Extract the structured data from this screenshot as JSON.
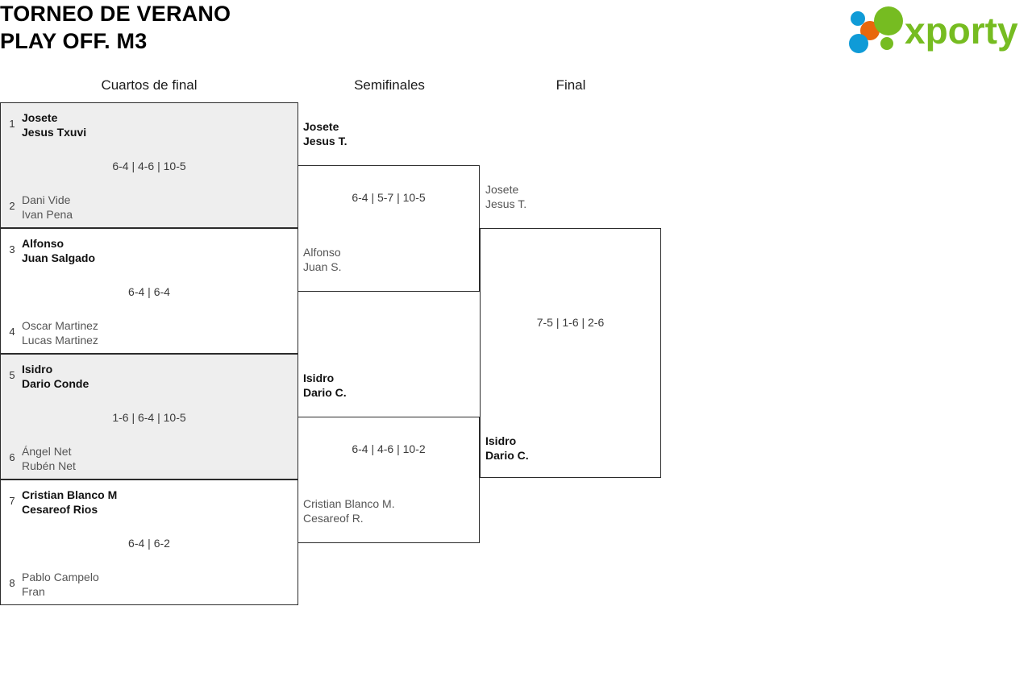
{
  "header": {
    "title_line1": "TORNEO DE VERANO",
    "title_line2": "PLAY OFF. M3",
    "logo_text": "xporty",
    "logo_colors": {
      "green": "#76bc21",
      "blue": "#0f9bd7",
      "orange": "#e8670c"
    }
  },
  "rounds": [
    {
      "label": "Cuartos de final"
    },
    {
      "label": "Semifinales"
    },
    {
      "label": "Final"
    }
  ],
  "quarterfinals": [
    {
      "shaded": true,
      "top": {
        "seed": "1",
        "p1": "Josete",
        "p2": "Jesus Txuvi",
        "winner": true
      },
      "bottom": {
        "seed": "2",
        "p1": "Dani Vide",
        "p2": "Ivan Pena",
        "winner": false
      },
      "score": "6-4 | 4-6 | 10-5"
    },
    {
      "shaded": false,
      "top": {
        "seed": "3",
        "p1": "Alfonso",
        "p2": "Juan Salgado",
        "winner": true
      },
      "bottom": {
        "seed": "4",
        "p1": "Oscar Martinez",
        "p2": "Lucas Martinez",
        "winner": false
      },
      "score": "6-4 | 6-4"
    },
    {
      "shaded": true,
      "top": {
        "seed": "5",
        "p1": "Isidro",
        "p2": "Dario Conde",
        "winner": true
      },
      "bottom": {
        "seed": "6",
        "p1": "Ángel Net",
        "p2": "Rubén Net",
        "winner": false
      },
      "score": "1-6 | 6-4 | 10-5"
    },
    {
      "shaded": false,
      "top": {
        "seed": "7",
        "p1": "Cristian Blanco M",
        "p2": "Cesareof Rios",
        "winner": true
      },
      "bottom": {
        "seed": "8",
        "p1": "Pablo Campelo",
        "p2": "Fran",
        "winner": false
      },
      "score": "6-4 | 6-2"
    }
  ],
  "semifinals": [
    {
      "top": {
        "p1": "Josete",
        "p2": "Jesus T.",
        "winner": true
      },
      "bottom": {
        "p1": "Alfonso",
        "p2": "Juan S.",
        "winner": false
      },
      "score": "6-4 | 5-7 | 10-5"
    },
    {
      "top": {
        "p1": "Isidro",
        "p2": "Dario C.",
        "winner": true
      },
      "bottom": {
        "p1": "Cristian Blanco M.",
        "p2": "Cesareof R.",
        "winner": false
      },
      "score": "6-4 | 4-6 | 10-2"
    }
  ],
  "final": {
    "top": {
      "p1": "Josete",
      "p2": "Jesus T.",
      "winner": false
    },
    "bottom": {
      "p1": "Isidro",
      "p2": "Dario C.",
      "winner": true
    },
    "score": "7-5 | 1-6 | 2-6"
  }
}
